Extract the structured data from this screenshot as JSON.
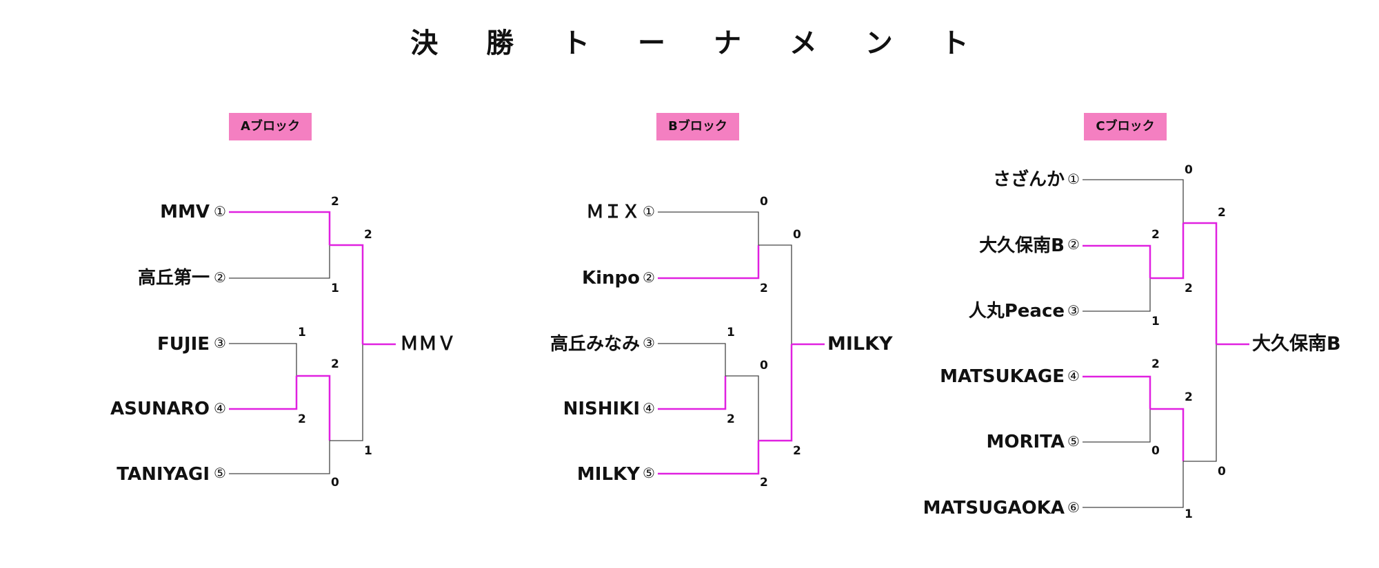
{
  "title": "決 勝 ト ー ナ メ ン ト",
  "colors": {
    "highlight": "#e020e0",
    "line": "#444444",
    "label_bg": "#f47fc1"
  },
  "blocks": [
    {
      "label": "Aブロック",
      "teams": [
        {
          "name": "MMV",
          "seed": "①",
          "win": true
        },
        {
          "name": "高丘第一",
          "seed": "②",
          "win": false
        },
        {
          "name": "FUJIE",
          "seed": "③",
          "win": false
        },
        {
          "name": "ASUNARO",
          "seed": "④",
          "win": true
        },
        {
          "name": "TANIYAGI",
          "seed": "⑤",
          "win": false
        }
      ],
      "scores": {
        "r1a": [
          "2",
          "1"
        ],
        "r1b": [
          "1",
          "2"
        ],
        "r2": [
          "2",
          "0"
        ],
        "final": [
          "2",
          "1"
        ]
      },
      "winner": "ＭＭＶ"
    },
    {
      "label": "Bブロック",
      "teams": [
        {
          "name": "ＭＩＸ",
          "seed": "①",
          "win": false
        },
        {
          "name": "Kinpo",
          "seed": "②",
          "win": true
        },
        {
          "name": "高丘みなみ",
          "seed": "③",
          "win": false
        },
        {
          "name": "NISHIKI",
          "seed": "④",
          "win": true
        },
        {
          "name": "MILKY",
          "seed": "⑤",
          "win": true
        }
      ],
      "scores": {
        "r1a": [
          "0",
          "2"
        ],
        "r1b": [
          "1",
          "2"
        ],
        "r2": [
          "0",
          "2"
        ],
        "final": [
          "0",
          "2"
        ]
      },
      "winner": "MILKY"
    },
    {
      "label": "Cブロック",
      "teams": [
        {
          "name": "さざんか",
          "seed": "①",
          "win": false
        },
        {
          "name": "大久保南B",
          "seed": "②",
          "win": true
        },
        {
          "name": "人丸Peace",
          "seed": "③",
          "win": false
        },
        {
          "name": "MATSUKAGE",
          "seed": "④",
          "win": true
        },
        {
          "name": "MORITA",
          "seed": "⑤",
          "win": false
        },
        {
          "name": "MATSUGAOKA",
          "seed": "⑥",
          "win": false
        }
      ],
      "scores": {
        "r1a": [
          "2",
          "1"
        ],
        "r2a": [
          "0",
          "2"
        ],
        "r1b": [
          "2",
          "0"
        ],
        "r2b": [
          "2",
          "1"
        ],
        "final": [
          "2",
          "0"
        ]
      },
      "winner": "大久保南B"
    }
  ]
}
